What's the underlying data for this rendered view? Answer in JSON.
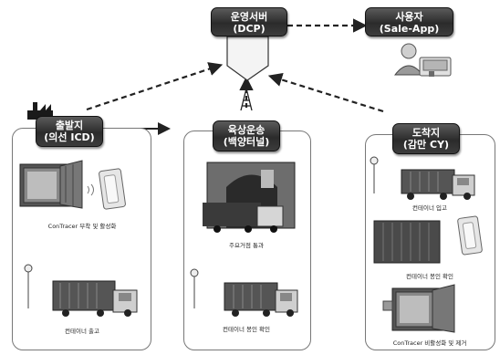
{
  "server": {
    "title": "운영서버",
    "subtitle": "(DCP)"
  },
  "user": {
    "title": "사용자",
    "subtitle": "(Sale-App)"
  },
  "columns": [
    {
      "title": "출발지",
      "subtitle": "(의선 ICD)",
      "captions": [
        "ConTracer 부착 및 활성화",
        "컨테이너 출고"
      ]
    },
    {
      "title": "육상운송",
      "subtitle": "(백양터널)",
      "captions": [
        "주요거점 통과",
        "컨테이너 봉인 확인"
      ]
    },
    {
      "title": "도착지",
      "subtitle": "(감만 CY)",
      "captions": [
        "컨테이너 입고",
        "컨테이너 봉인 확인",
        "ConTracer 비활성화 및 제거"
      ]
    }
  ],
  "colors": {
    "header_bg": "#2b2b2b",
    "header_text": "#ffffff",
    "arrow": "#222222",
    "panel_border": "#777777"
  }
}
